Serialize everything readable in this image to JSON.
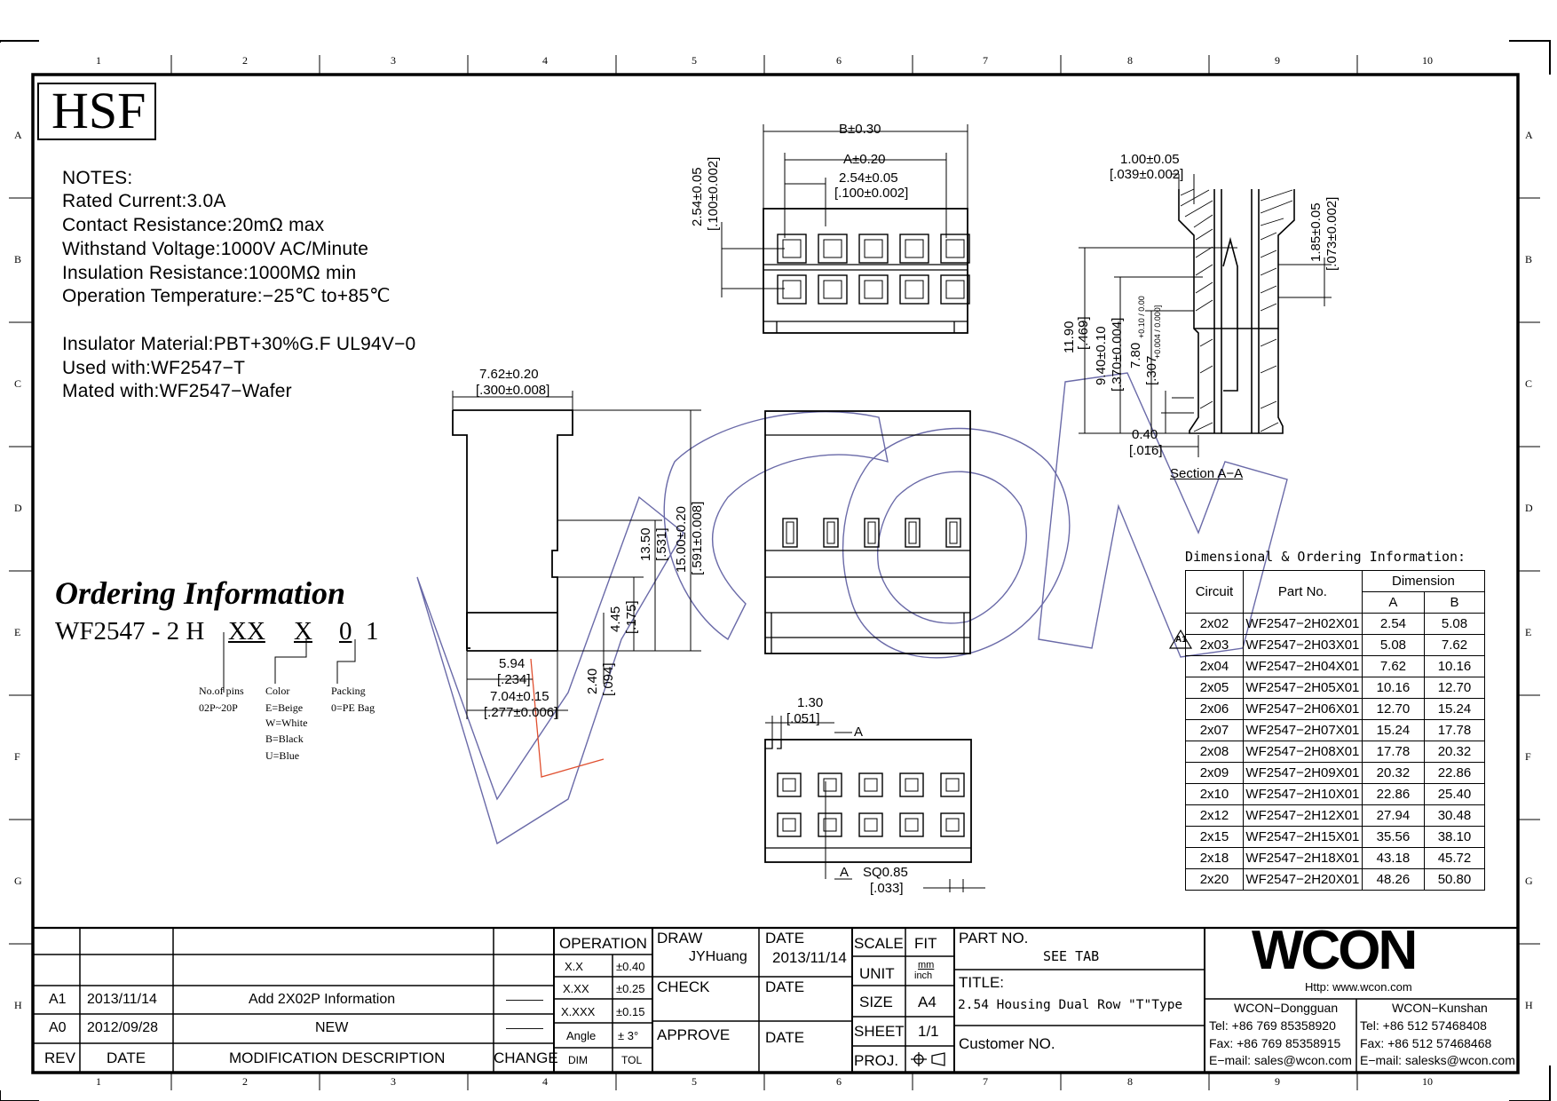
{
  "logo": {
    "hsf": "HSF",
    "wcon": "WCON",
    "website": "Http: www.wcon.com"
  },
  "zones": {
    "cols": [
      "1",
      "2",
      "3",
      "4",
      "5",
      "6",
      "7",
      "8",
      "9",
      "10"
    ],
    "rows": [
      "A",
      "B",
      "C",
      "D",
      "E",
      "F",
      "G",
      "H"
    ]
  },
  "notes": {
    "heading": "NOTES:",
    "lines": [
      "Rated  Current:3.0A",
      "Contact  Resistance:20mΩ    max",
      "Withstand  Voltage:1000V AC/Minute",
      "Insulation  Resistance:1000MΩ  min",
      "Operation  Temperature:−25℃  to+85℃"
    ],
    "materials": [
      "Insulator  Material:PBT+30%G.F  UL94V−0",
      "Used  with:WF2547−T",
      "Mated  with:WF2547−Wafer"
    ]
  },
  "ordering": {
    "title": "Ordering Information",
    "part": {
      "base": "WF2547 - 2 H",
      "xx": "XX",
      "x": "X",
      "zero": "0",
      "one": "1"
    },
    "legend": {
      "pins_label": "No.of pins",
      "pins_range": "02P~20P",
      "color_label": "Color",
      "color_values": [
        "E=Beige",
        "W=White",
        "B=Black",
        "U=Blue"
      ],
      "packing_label": "Packing",
      "packing_value": "0=PE Bag"
    }
  },
  "dims": {
    "b": "B±0.30",
    "a": "A±0.20",
    "pitch_mm": "2.54±0.05",
    "pitch_in": "[.100±0.002]",
    "vpitch_mm": "2.54±0.05",
    "vpitch_in": "[.100±0.002]",
    "w_mm": "7.62±0.20",
    "w_in": "[.300±0.008]",
    "h1_mm": "13.50",
    "h1_in": "[.531]",
    "h2_mm": "15.00±0.20",
    "h2_in": "[.591±0.008]",
    "h3_mm": "4.45",
    "h3_in": "[.175]",
    "h4_mm": "2.40",
    "h4_in": "[.094]",
    "b1_mm": "5.94",
    "b1_in": "[.234]",
    "b2_mm": "7.04±0.15",
    "b2_in": "[.277±0.006]",
    "s1_mm": "1.00±0.05",
    "s1_in": "[.039±0.002]",
    "s2_mm": "1.85±0.05",
    "s2_in": "[.073±0.002]",
    "s3_mm": "11.90",
    "s3_in": "[.469]",
    "s4_mm": "9.40±0.10",
    "s4_in": "[.370±0.004]",
    "s5_mm": "7.80",
    "s5_tol": "+0.10 / 0.00",
    "s5_in": "[.307",
    "s5_intol": "+0.004 / 0.000]",
    "s6_mm": "0.40",
    "s6_in": "[.016]",
    "section_label": "Section A−A",
    "f1_mm": "1.30",
    "f1_in": "[.051]",
    "sec_a": "A",
    "sec_a2": "A",
    "sq_mm": "SQ0.85",
    "sq_in": "[.033]"
  },
  "table": {
    "title": "Dimensional & Ordering Information:",
    "headers": {
      "circuit": "Circuit",
      "part": "Part No.",
      "dimension": "Dimension",
      "a": "A",
      "b": "B"
    },
    "revision_mark": "A1",
    "rows": [
      [
        "2x02",
        "WF2547−2H02X01",
        "2.54",
        "5.08"
      ],
      [
        "2x03",
        "WF2547−2H03X01",
        "5.08",
        "7.62"
      ],
      [
        "2x04",
        "WF2547−2H04X01",
        "7.62",
        "10.16"
      ],
      [
        "2x05",
        "WF2547−2H05X01",
        "10.16",
        "12.70"
      ],
      [
        "2x06",
        "WF2547−2H06X01",
        "12.70",
        "15.24"
      ],
      [
        "2x07",
        "WF2547−2H07X01",
        "15.24",
        "17.78"
      ],
      [
        "2x08",
        "WF2547−2H08X01",
        "17.78",
        "20.32"
      ],
      [
        "2x09",
        "WF2547−2H09X01",
        "20.32",
        "22.86"
      ],
      [
        "2x10",
        "WF2547−2H10X01",
        "22.86",
        "25.40"
      ],
      [
        "2x12",
        "WF2547−2H12X01",
        "27.94",
        "30.48"
      ],
      [
        "2x15",
        "WF2547−2H15X01",
        "35.56",
        "38.10"
      ],
      [
        "2x18",
        "WF2547−2H18X01",
        "43.18",
        "45.72"
      ],
      [
        "2x20",
        "WF2547−2H20X01",
        "48.26",
        "50.80"
      ]
    ]
  },
  "revisions": {
    "headers": {
      "rev": "REV",
      "date": "DATE",
      "desc": "MODIFICATION  DESCRIPTION",
      "change": "CHANGE"
    },
    "rows": [
      {
        "rev": "A1",
        "date": "2013/11/14",
        "desc": "Add  2X02P  Information",
        "change": "———"
      },
      {
        "rev": "A0",
        "date": "2012/09/28",
        "desc": "NEW",
        "change": "———"
      }
    ]
  },
  "tolerance": {
    "operation": "OPERATION",
    "rows": [
      [
        "X.X",
        "±0.40"
      ],
      [
        "X.XX",
        "±0.25"
      ],
      [
        "X.XXX",
        "±0.15"
      ],
      [
        "Angle",
        "± 3°"
      ]
    ],
    "dim": "DIM",
    "tol": "TOL"
  },
  "titleblock": {
    "draw": "DRAW",
    "drawer": "JYHuang",
    "date_label": "DATE",
    "draw_date": "2013/11/14",
    "check": "CHECK",
    "check_date": "DATE",
    "approve": "APPROVE",
    "approve_date": "DATE",
    "scale": "SCALE",
    "scale_value": "FIT",
    "unit": "UNIT",
    "unit_top": "mm",
    "unit_bottom": "inch",
    "size": "SIZE",
    "size_value": "A4",
    "sheet": "SHEET",
    "sheet_value": "1/1",
    "proj": "PROJ.",
    "partno_label": "PART  NO.",
    "partno_value": "SEE  TAB",
    "title_label": "TITLE:",
    "title_value": "2.54 Housing Dual Row \"T\"Type",
    "customer": "Customer  NO."
  },
  "company": {
    "dongguan": "WCON−Dongguan",
    "kunshan": "WCON−Kunshan",
    "dg_tel": "Tel:  +86  769  85358920",
    "ks_tel": "Tel:  +86  512  57468408",
    "dg_fax": "Fax:  +86  769  85358915",
    "ks_fax": "Fax:  +86  512  57468468",
    "dg_mail": "E−mail:  sales@wcon.com",
    "ks_mail": "E−mail:  salesks@wcon.com"
  }
}
